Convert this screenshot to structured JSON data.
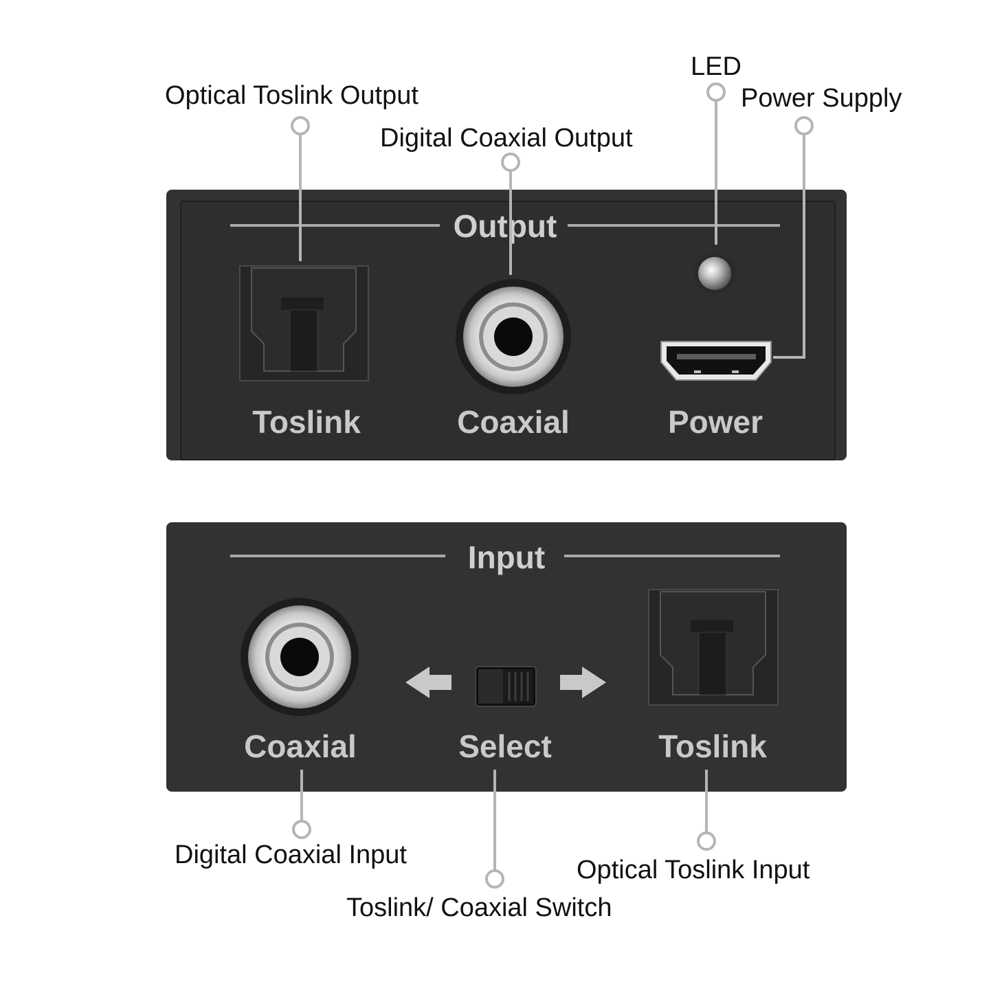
{
  "output_panel": {
    "title": "Output",
    "ports": {
      "toslink": "Toslink",
      "coaxial": "Coaxial",
      "power": "Power"
    }
  },
  "input_panel": {
    "title": "Input",
    "ports": {
      "coaxial": "Coaxial",
      "select": "Select",
      "toslink": "Toslink"
    }
  },
  "callouts": {
    "optical_toslink_output": "Optical Toslink Output",
    "digital_coaxial_output": "Digital Coaxial Output",
    "led": "LED",
    "power_supply": "Power Supply",
    "digital_coaxial_input": "Digital Coaxial Input",
    "toslink_coaxial_switch": "Toslink/ Coaxial Switch",
    "optical_toslink_input": "Optical Toslink Input"
  },
  "colors": {
    "panel": "#323232",
    "panel_text": "#c9c9c9",
    "leader_line": "#b5b5b5",
    "rca_ring": "#e2e2e2"
  },
  "icons": [
    "toslink-port-icon",
    "rca-jack-icon",
    "hdmi-port-icon",
    "led-icon",
    "slide-switch-icon",
    "arrow-left-icon",
    "arrow-right-icon"
  ]
}
